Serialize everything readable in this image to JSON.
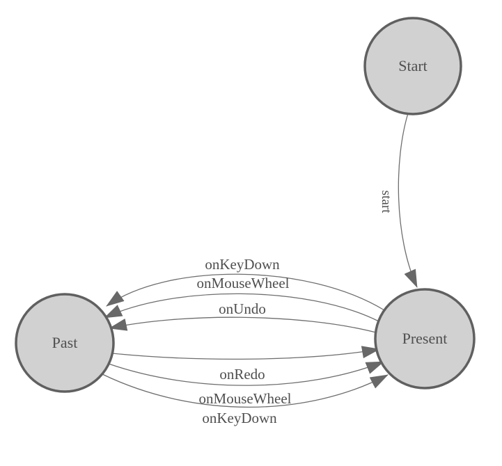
{
  "diagram": {
    "nodes": [
      {
        "id": "start",
        "label": "Start"
      },
      {
        "id": "past",
        "label": "Past"
      },
      {
        "id": "present",
        "label": "Present"
      }
    ],
    "edges": [
      {
        "from": "start",
        "to": "present",
        "label": "start"
      },
      {
        "from": "present",
        "to": "past",
        "label": "onKeyDown"
      },
      {
        "from": "present",
        "to": "past",
        "label": "onMouseWheel"
      },
      {
        "from": "present",
        "to": "past",
        "label": "onUndo"
      },
      {
        "from": "past",
        "to": "present",
        "label": "onRedo"
      },
      {
        "from": "past",
        "to": "present",
        "label": "onMouseWheel"
      },
      {
        "from": "past",
        "to": "present",
        "label": "onKeyDown"
      }
    ],
    "colors": {
      "background": "#ffffff",
      "node_fill": "#d1d1d1",
      "node_border": "#606060",
      "edge_line": "#6e6e6e",
      "arrowhead": "#686868",
      "label_text": "#4f4f4f"
    }
  }
}
